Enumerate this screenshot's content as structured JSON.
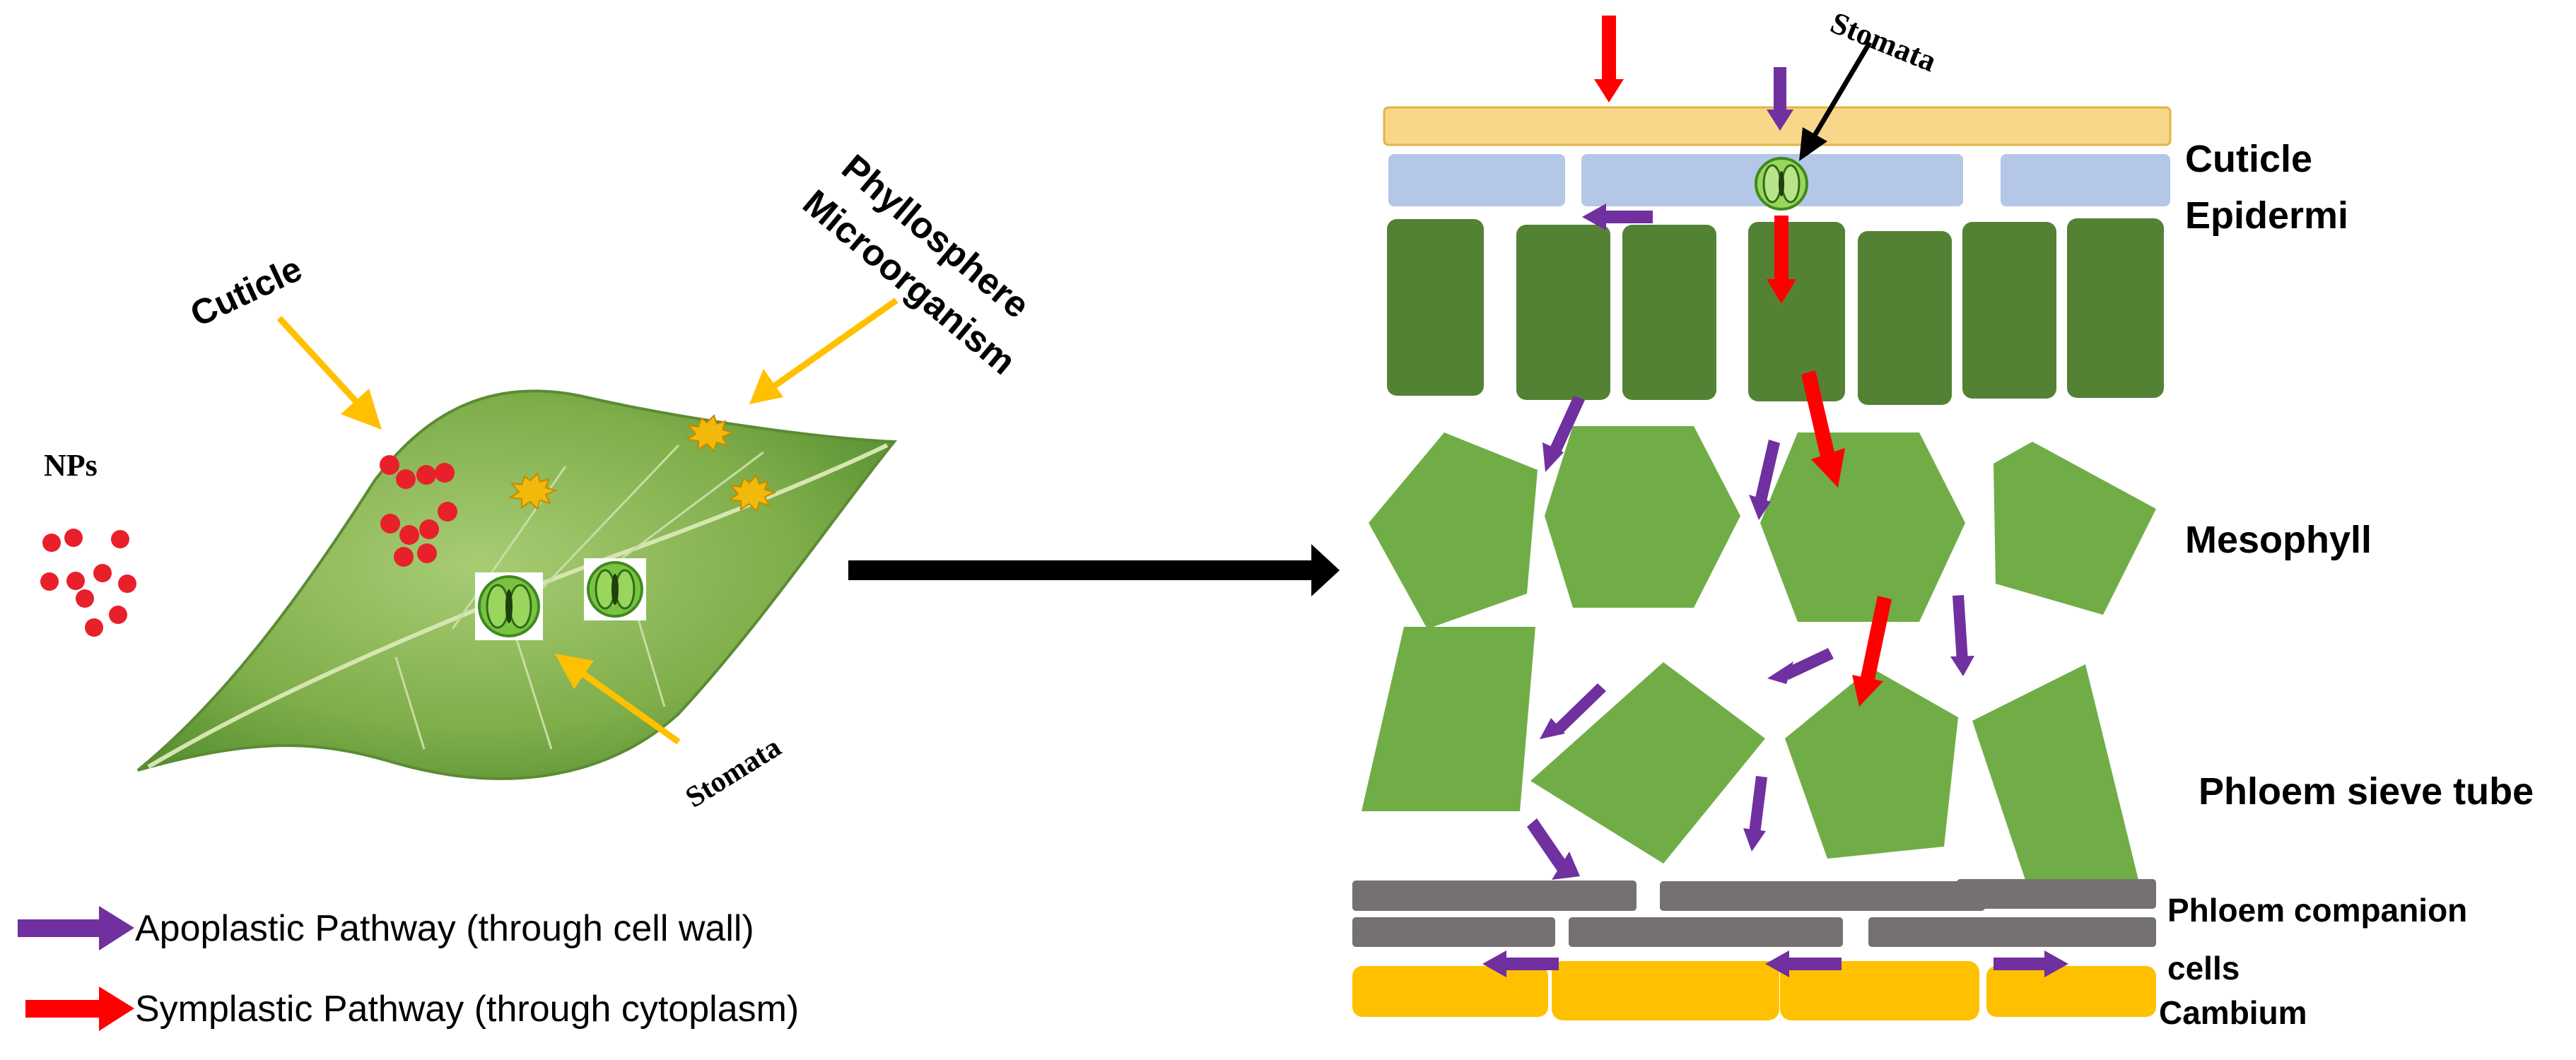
{
  "left": {
    "nps_label": "NPs",
    "cuticle_label": "Cuticle",
    "phyllosphere_line1": "Phyllosphere",
    "phyllosphere_line2": "Microorganism",
    "stomata_label": "Stomata"
  },
  "right": {
    "stomata_label": "Stomata",
    "layers": {
      "cuticle": "Cuticle",
      "epidermis": "Epidermi",
      "mesophyll": "Mesophyll",
      "phloem_sieve_tube": "Phloem sieve tube",
      "companion_line1": "Phloem companion",
      "companion_line2": "cells",
      "cambium": "Cambium"
    }
  },
  "legend": {
    "apoplastic": "Apoplastic Pathway (through cell wall)",
    "symplastic": "Symplastic Pathway (through cytoplasm)"
  },
  "colors": {
    "apoplastic": "#7030a0",
    "symplastic": "#ff0000",
    "arrow_yellow": "#ffc000",
    "nanoparticle": "#e8202a",
    "cuticle_layer": "#f8d78a",
    "epidermis_layer": "#b4c7e7",
    "palisade_cell": "#548235",
    "mesophyll_cell": "#70ad47",
    "companion_cell": "#767171",
    "cambium_cell": "#ffc000"
  }
}
